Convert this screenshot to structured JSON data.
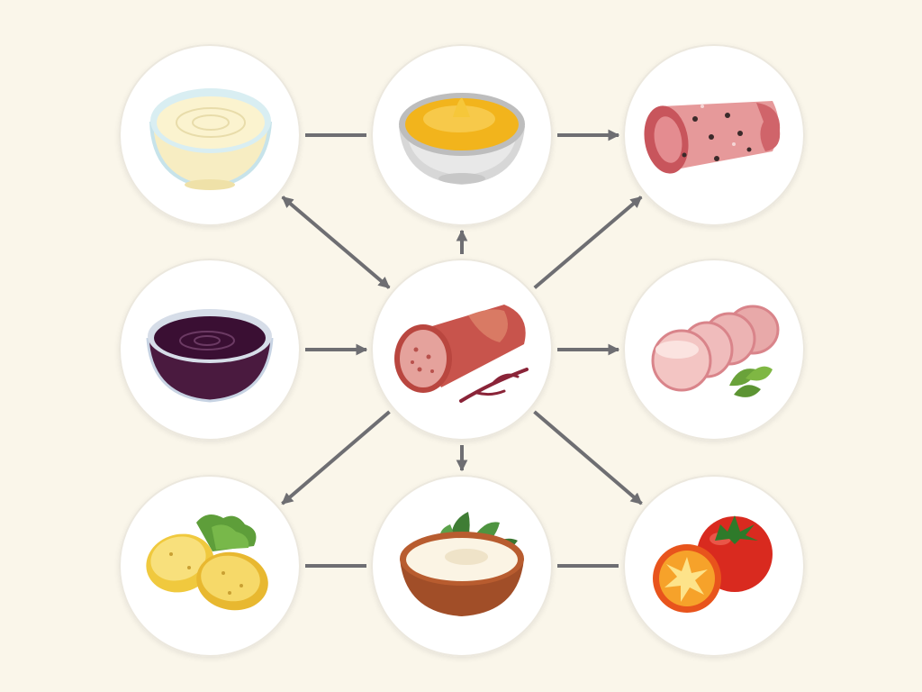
{
  "colors": {
    "background": "#faf6ea",
    "node_fill": "#ffffff",
    "node_border": "#ece8de",
    "arrow": "#6e6e72"
  },
  "nodes": [
    {
      "id": "cream-bowl",
      "icon": "cream-sauce-bowl-icon"
    },
    {
      "id": "mustard-bowl",
      "icon": "mustard-bowl-icon"
    },
    {
      "id": "ham-roll",
      "icon": "ham-roll-icon"
    },
    {
      "id": "berry-sauce-bowl",
      "icon": "berry-sauce-bowl-icon"
    },
    {
      "id": "sausage",
      "icon": "sausage-icon"
    },
    {
      "id": "ham-slices",
      "icon": "ham-slices-icon"
    },
    {
      "id": "potatoes",
      "icon": "potatoes-icon"
    },
    {
      "id": "dip-bowl",
      "icon": "herb-dip-bowl-icon"
    },
    {
      "id": "tomatoes",
      "icon": "tomatoes-icon"
    }
  ],
  "edges": [
    {
      "from": "cream-bowl",
      "to": "mustard-bowl",
      "head": "none"
    },
    {
      "from": "mustard-bowl",
      "to": "ham-roll",
      "head": "end"
    },
    {
      "from": "cream-bowl",
      "to": "sausage",
      "head": "both"
    },
    {
      "from": "sausage",
      "to": "mustard-bowl",
      "head": "end"
    },
    {
      "from": "sausage",
      "to": "ham-roll",
      "head": "end"
    },
    {
      "from": "berry-sauce-bowl",
      "to": "sausage",
      "head": "end"
    },
    {
      "from": "sausage",
      "to": "ham-slices",
      "head": "end"
    },
    {
      "from": "sausage",
      "to": "potatoes",
      "head": "end"
    },
    {
      "from": "sausage",
      "to": "dip-bowl",
      "head": "end"
    },
    {
      "from": "sausage",
      "to": "tomatoes",
      "head": "end"
    },
    {
      "from": "potatoes",
      "to": "dip-bowl",
      "head": "none"
    },
    {
      "from": "dip-bowl",
      "to": "tomatoes",
      "head": "none"
    }
  ]
}
